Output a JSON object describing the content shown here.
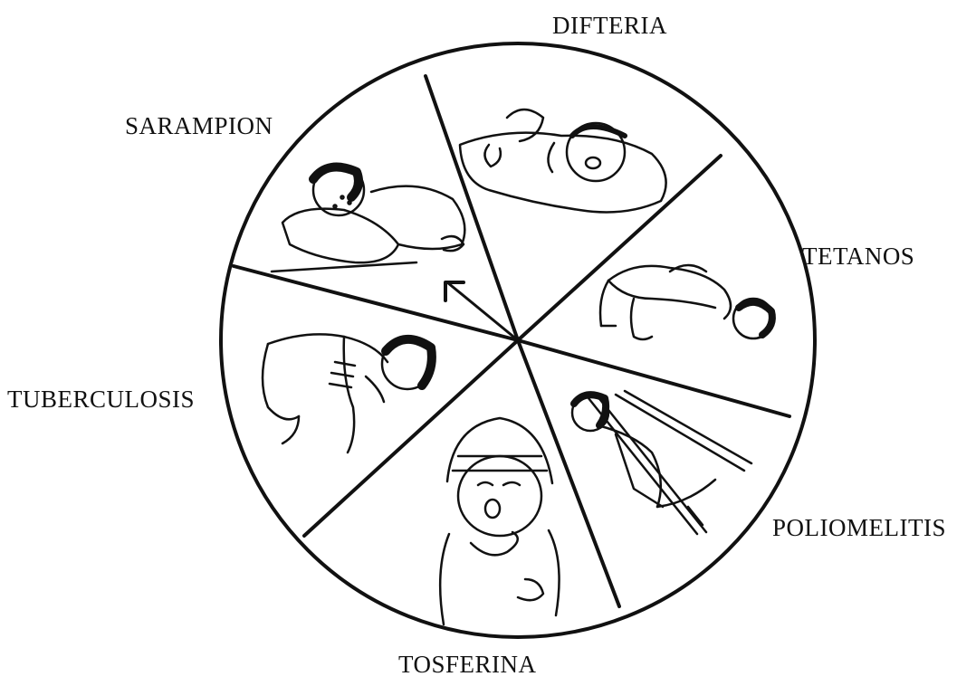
{
  "diagram": {
    "colors": {
      "ink": "#111111",
      "background": "#ffffff"
    },
    "segments": [
      {
        "id": "difteria",
        "label": "DIFTERIA",
        "icon": "child-lying-crying-icon"
      },
      {
        "id": "tetanos",
        "label": "TETANOS",
        "icon": "child-arched-back-icon"
      },
      {
        "id": "poliomelitis",
        "label": "POLIOMELITIS",
        "icon": "child-on-crutches-icon"
      },
      {
        "id": "tosferina",
        "label": "TOSFERINA",
        "icon": "child-coughing-icon"
      },
      {
        "id": "tuberculosis",
        "label": "TUBERCULOSIS",
        "icon": "child-crawling-thin-icon"
      },
      {
        "id": "sarampion",
        "label": "SARAMPION",
        "icon": "child-in-bed-spots-icon"
      }
    ],
    "spinner_icon": "spinner-arrow-icon"
  }
}
